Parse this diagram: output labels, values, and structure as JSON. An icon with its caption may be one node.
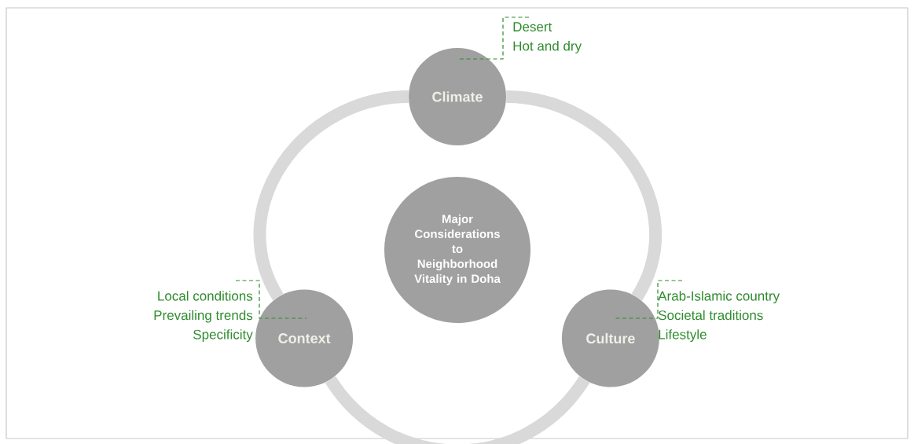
{
  "diagram": {
    "nodes": [
      {
        "text": [
          "Major Considerations to Neighborhood Vitality in Doha"
        ]
      },
      {
        "text": [
          "Climate"
        ]
      },
      {
        "text": [
          "Culture"
        ]
      },
      {
        "text": [
          "Context"
        ]
      },
      {
        "text": [
          "Desert",
          "Hot and dry"
        ]
      },
      {
        "text": [
          "Local conditions",
          "Prevailing trends",
          "Specificity"
        ]
      },
      {
        "text": [
          "Arab-Islamic country",
          "Societal traditions",
          "Lifestyle"
        ]
      }
    ],
    "edges": [
      {
        "from": 1,
        "to": 2,
        "arrow": "none",
        "style": "thick",
        "color": "#d9d9d9"
      },
      {
        "from": 2,
        "to": 3,
        "arrow": "none",
        "style": "thick",
        "color": "#d9d9d9"
      },
      {
        "from": 3,
        "to": 1,
        "arrow": "none",
        "style": "thick",
        "color": "#d9d9d9"
      },
      {
        "from": 4,
        "to": 1,
        "arrow": "none",
        "style": "dashed",
        "color": "#2e8b2e"
      },
      {
        "from": 5,
        "to": 3,
        "arrow": "none",
        "style": "dashed",
        "color": "#2e8b2e"
      },
      {
        "from": 6,
        "to": 2,
        "arrow": "none",
        "style": "dashed",
        "color": "#2e8b2e"
      }
    ]
  }
}
